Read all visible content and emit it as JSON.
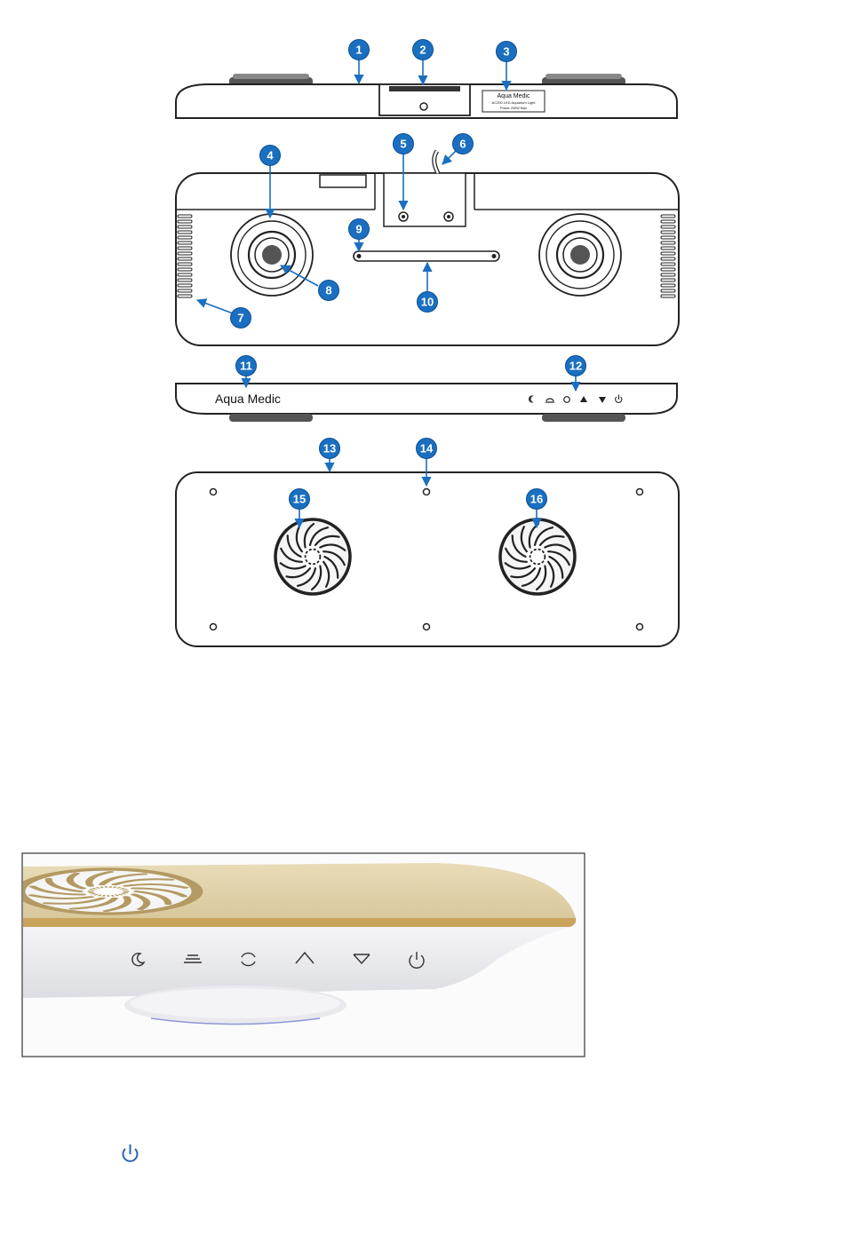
{
  "diagram": {
    "badges": [
      {
        "n": "1"
      },
      {
        "n": "2"
      },
      {
        "n": "3"
      },
      {
        "n": "4"
      },
      {
        "n": "5"
      },
      {
        "n": "6"
      },
      {
        "n": "7"
      },
      {
        "n": "8"
      },
      {
        "n": "9"
      },
      {
        "n": "10"
      },
      {
        "n": "11"
      },
      {
        "n": "12"
      },
      {
        "n": "13"
      },
      {
        "n": "14"
      },
      {
        "n": "15"
      },
      {
        "n": "16"
      }
    ],
    "label_plate": {
      "brand": "Aqua Medic",
      "model": "AC200 LED Aquarium Light",
      "power": "Power 200W Max"
    },
    "front_brand": "Aqua Medic",
    "badge_color": "#1a6fc0",
    "icons": [
      "moon-icon",
      "sunrise-icon",
      "cycle-icon",
      "brightness-up-icon",
      "brightness-down-icon",
      "power-icon"
    ]
  },
  "photo": {
    "top_color": "#e0d3ad",
    "rim_color": "#c9a35a",
    "body_color": "#eeeef1"
  },
  "bottom_icon": "power-icon"
}
